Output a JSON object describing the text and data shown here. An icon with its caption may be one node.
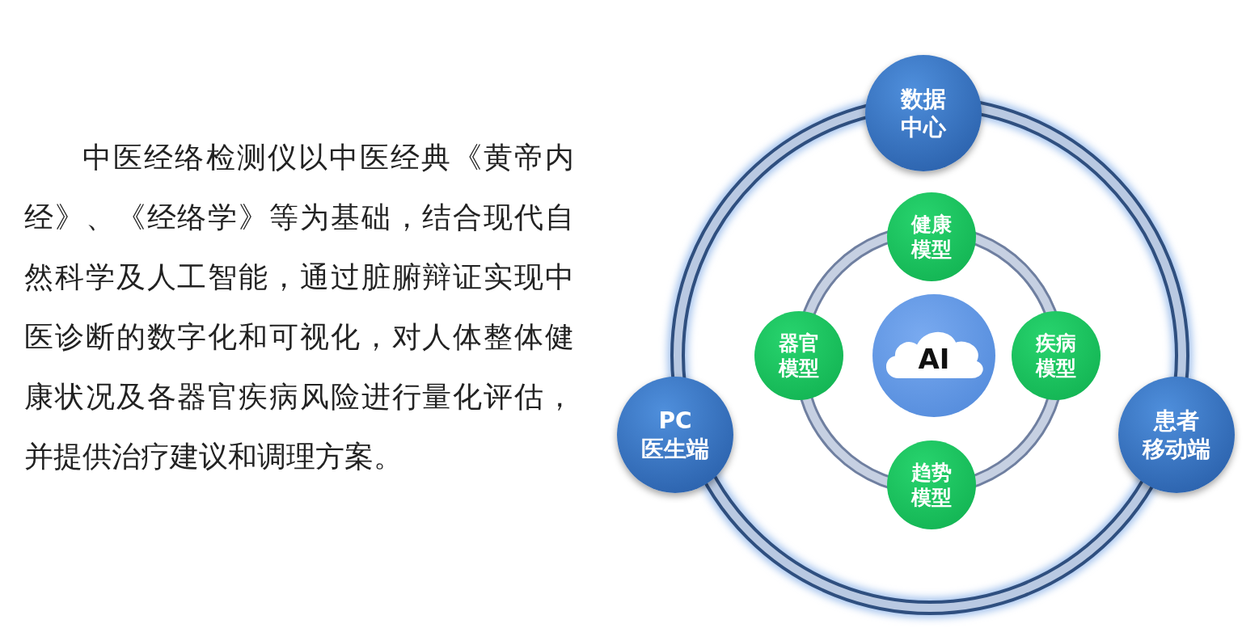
{
  "diagram": {
    "nodes": [
      {
        "text": [
          "数据中心"
        ]
      },
      {
        "text": [
          "健康模型"
        ]
      },
      {
        "text": [
          "器官模型"
        ]
      },
      {
        "text": [
          "AI"
        ]
      },
      {
        "text": [
          "疾病模型"
        ]
      },
      {
        "text": [
          "PC医生端"
        ]
      },
      {
        "text": [
          "患者移动端"
        ]
      },
      {
        "text": [
          "趋势模型"
        ]
      }
    ],
    "labels": [
      "中医经络检测仪以中医经典《黄帝内经》、《经络学》等为基础，结合现代自然科学及人工智能，通过脏腑辩证实现中医诊断的数字化和可视化，对人体整体健康状况及各器官疾病风险进行量化评估，并提供治疗建议和调理方案。"
    ]
  }
}
